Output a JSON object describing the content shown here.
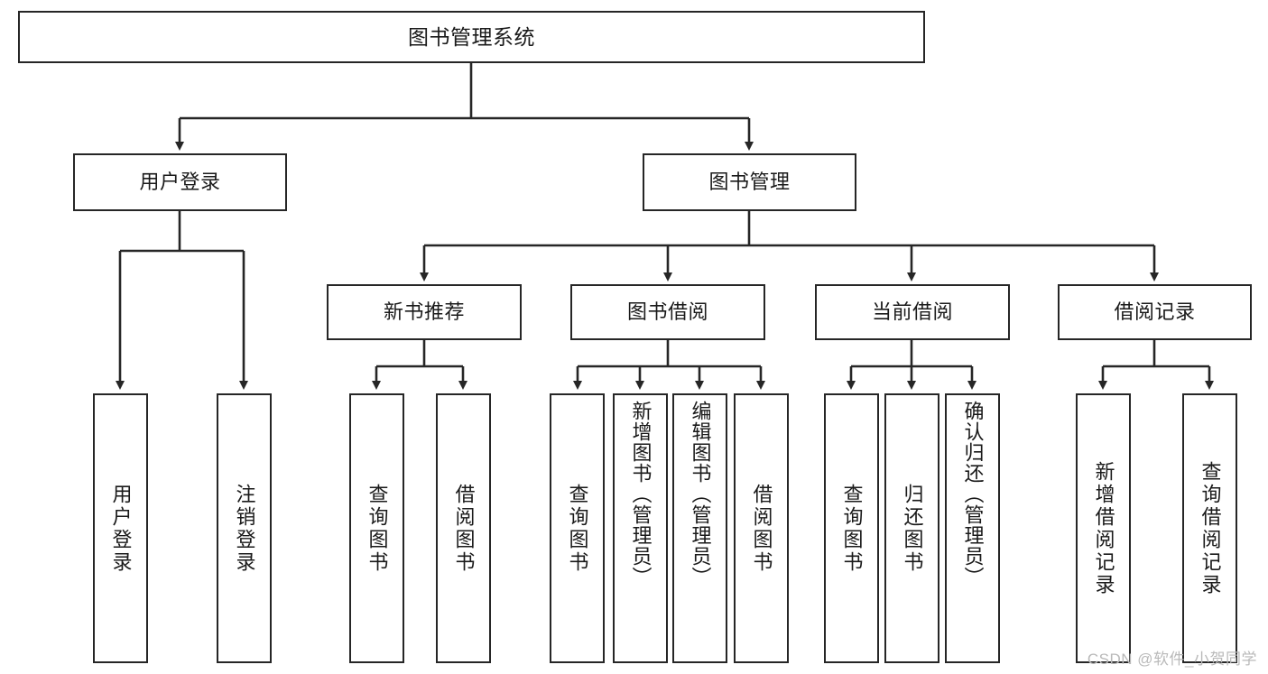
{
  "diagram": {
    "title": "图书管理系统",
    "type": "hierarchy-tree",
    "watermark": "CSDN @软件_小贺同学",
    "stroke_color": "#262626",
    "fill_color": "#ffffff",
    "text_color": "#1a1a1a",
    "levels": {
      "root": {
        "label": "图书管理系统"
      },
      "level2": [
        {
          "label": "用户登录"
        },
        {
          "label": "图书管理"
        }
      ],
      "level3": [
        {
          "label": "新书推荐"
        },
        {
          "label": "图书借阅"
        },
        {
          "label": "当前借阅"
        },
        {
          "label": "借阅记录"
        }
      ],
      "leaves": {
        "user_login": [
          {
            "label": "用户登录"
          },
          {
            "label": "注销登录"
          }
        ],
        "new_book_recommend": [
          {
            "label": "查询图书"
          },
          {
            "label": "借阅图书"
          }
        ],
        "book_borrow": [
          {
            "label": "查询图书"
          },
          {
            "label": "新增图书（管理员）"
          },
          {
            "label": "编辑图书（管理员）"
          },
          {
            "label": "借阅图书"
          }
        ],
        "current_borrow": [
          {
            "label": "查询图书"
          },
          {
            "label": "归还图书"
          },
          {
            "label": "确认归还（管理员）"
          }
        ],
        "borrow_record": [
          {
            "label": "新增借阅记录"
          },
          {
            "label": "查询借阅记录"
          }
        ]
      }
    }
  }
}
